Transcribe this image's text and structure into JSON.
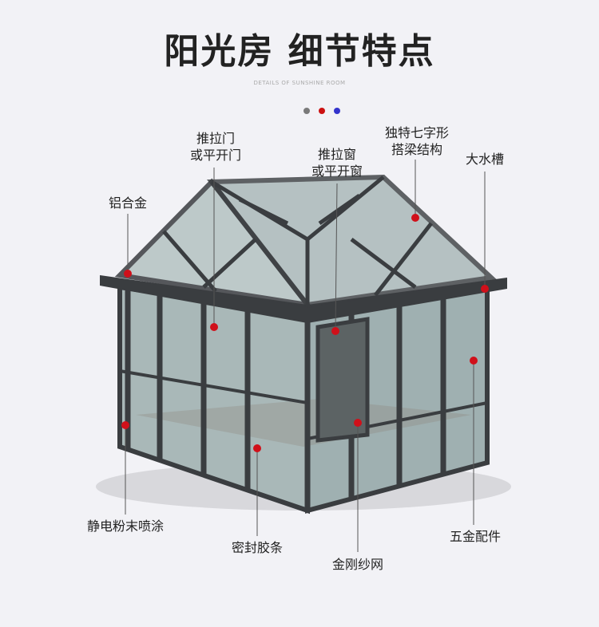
{
  "header": {
    "title": "阳光房 细节特点",
    "subtitle": "DETAILS OF SUNSHINE ROOM"
  },
  "indicator_dots": [
    {
      "color": "#7a7a7a"
    },
    {
      "color": "#cc1111"
    },
    {
      "color": "#3333cc"
    }
  ],
  "annotations": [
    {
      "id": "door",
      "lines": [
        "推拉门",
        "或平开门"
      ]
    },
    {
      "id": "aluminum",
      "lines": [
        "铝合金"
      ]
    },
    {
      "id": "window",
      "lines": [
        "推拉窗",
        "或平开窗"
      ]
    },
    {
      "id": "beam",
      "lines": [
        "独特七字形",
        "搭梁结构"
      ]
    },
    {
      "id": "gutter",
      "lines": [
        "大水槽"
      ]
    },
    {
      "id": "coating",
      "lines": [
        "静电粉末喷涂"
      ]
    },
    {
      "id": "seal",
      "lines": [
        "密封胶条"
      ]
    },
    {
      "id": "screen",
      "lines": [
        "金刚纱网"
      ]
    },
    {
      "id": "hardware",
      "lines": [
        "五金配件"
      ]
    }
  ],
  "colors": {
    "marker": "#d0101a",
    "frame": "#3a3d40",
    "glass": "#9fb3b5"
  }
}
